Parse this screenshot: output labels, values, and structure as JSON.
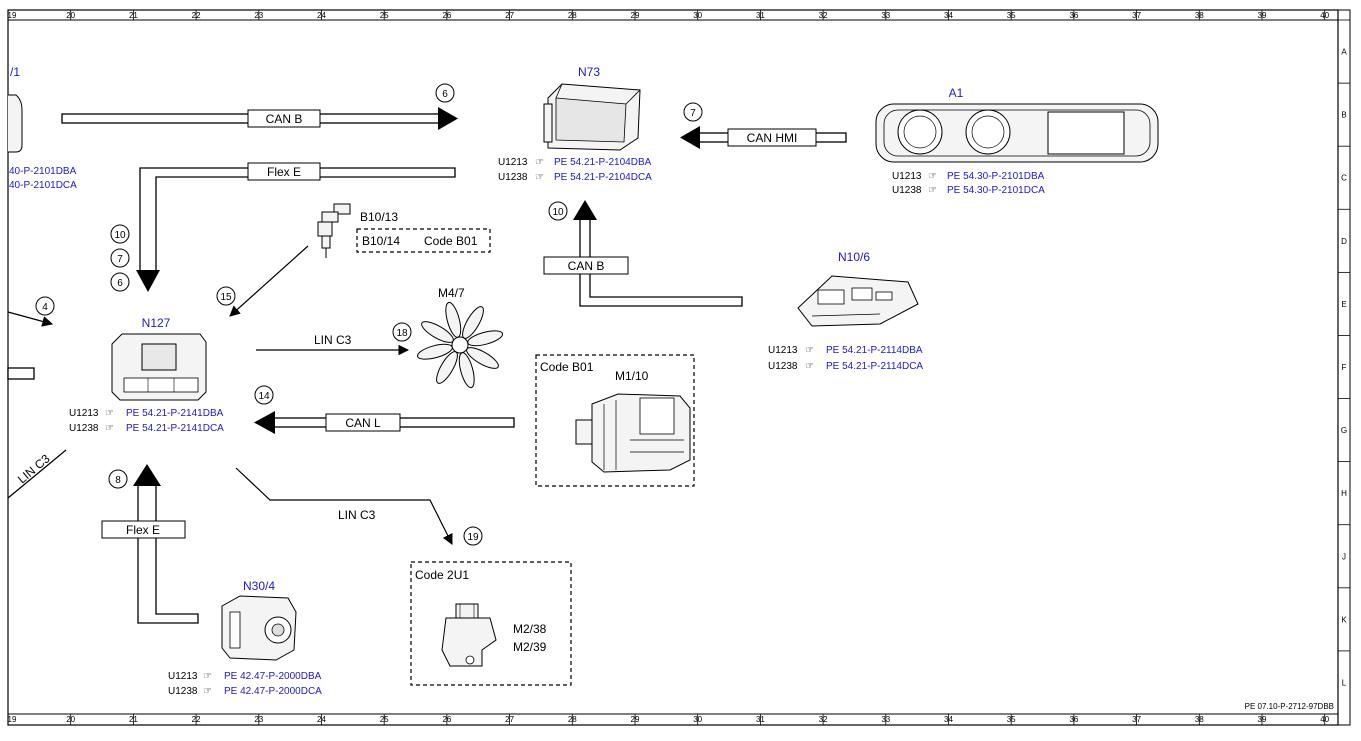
{
  "frame": {
    "top_numbers": [
      "19",
      "20",
      "21",
      "22",
      "23",
      "24",
      "25",
      "26",
      "27",
      "28",
      "29",
      "30",
      "31",
      "32",
      "33",
      "34",
      "35",
      "36",
      "37",
      "38",
      "39",
      "40"
    ],
    "bottom_numbers": [
      "19",
      "20",
      "21",
      "22",
      "23",
      "24",
      "25",
      "26",
      "27",
      "28",
      "29",
      "30",
      "31",
      "32",
      "33",
      "34",
      "35",
      "36",
      "37",
      "38",
      "39",
      "40"
    ],
    "side_letters": [
      "A",
      "B",
      "C",
      "D",
      "E",
      "F",
      "G",
      "H",
      "J",
      "K",
      "L"
    ],
    "drawing_id": "PE 07.10-P-2712-97DBB"
  },
  "components": {
    "left_cut": {
      "name": "/1",
      "ref1": "40-P-2101DBA",
      "ref2": "40-P-2101DCA"
    },
    "n73": {
      "name": "N73",
      "codes": [
        "U1213",
        "U1238"
      ],
      "refs": [
        "PE 54.21-P-2104DBA",
        "PE 54.21-P-2104DCA"
      ]
    },
    "a1": {
      "name": "A1",
      "codes": [
        "U1213",
        "U1238"
      ],
      "refs": [
        "PE 54.30-P-2101DBA",
        "PE 54.30-P-2101DCA"
      ]
    },
    "b10": {
      "name1": "B10/13",
      "name2": "B10/14",
      "code": "Code B01"
    },
    "n10_6": {
      "name": "N10/6",
      "codes": [
        "U1213",
        "U1238"
      ],
      "refs": [
        "PE 54.21-P-2114DBA",
        "PE 54.21-P-2114DCA"
      ]
    },
    "n127": {
      "name": "N127",
      "codes": [
        "U1213",
        "U1238"
      ],
      "refs": [
        "PE 54.21-P-2141DBA",
        "PE 54.21-P-2141DCA"
      ]
    },
    "m4_7": {
      "name": "M4/7"
    },
    "m1_10": {
      "name": "M1/10",
      "code": "Code B01"
    },
    "n30_4": {
      "name": "N30/4",
      "codes": [
        "U1213",
        "U1238"
      ],
      "refs": [
        "PE 42.47-P-2000DBA",
        "PE 42.47-P-2000DCA"
      ]
    },
    "m2": {
      "name1": "M2/38",
      "name2": "M2/39",
      "code": "Code 2U1"
    }
  },
  "buses": {
    "can_b_top": "CAN B",
    "flex_e_top": "Flex E",
    "can_hmi": "CAN HMI",
    "can_b_mid": "CAN B",
    "lin_c3_fan": "LIN C3",
    "can_l": "CAN L",
    "lin_c3_left": "LIN C3",
    "lin_c3_bottom": "LIN C3",
    "flex_e_bottom": "Flex E"
  },
  "markers": {
    "m6_top": "6",
    "m7_top": "7",
    "m10_n73": "10",
    "m10_left": "10",
    "m7_left": "7",
    "m6_left": "6",
    "m4": "4",
    "m15": "15",
    "m18": "18",
    "m14": "14",
    "m8": "8",
    "m19": "19"
  }
}
